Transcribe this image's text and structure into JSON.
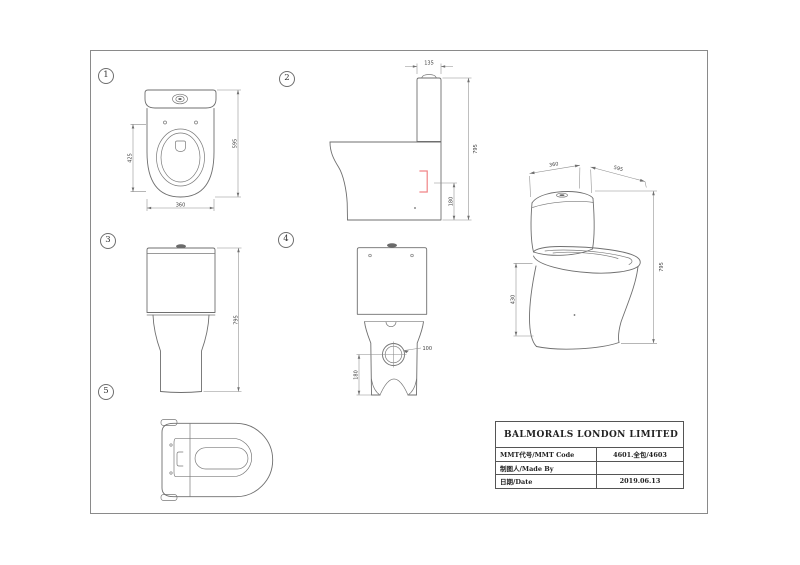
{
  "drawing": {
    "company": "BALMORALS LONDON LIMITED",
    "views": {
      "v1": {
        "number": "1",
        "dim_seat_depth": "425",
        "dim_depth": "595",
        "dim_width": "360"
      },
      "v2": {
        "number": "2",
        "dim_tank_top": "135",
        "dim_height": "795",
        "dim_outlet_height": "180"
      },
      "v3": {
        "number": "3",
        "dim_height": "795"
      },
      "v4": {
        "number": "4",
        "dim_outlet_height": "180",
        "dim_outlet_diameter": "100"
      },
      "v5": {
        "number": "5"
      },
      "iso": {
        "dim_width": "360",
        "dim_depth": "595",
        "dim_bowl_height": "430",
        "dim_height": "795"
      }
    },
    "title_block": {
      "company": "BALMORALS LONDON LIMITED",
      "rows": [
        {
          "label": "MMT代号/MMT Code",
          "value": "4601.全包/4603"
        },
        {
          "label": "制图人/Made By",
          "value": ""
        },
        {
          "label": "日期/Date",
          "value": "2019.06.13"
        }
      ]
    },
    "colors": {
      "line_color": "#6f6f6f",
      "dimension_color": "#8b8b8b",
      "highlight_color": "#f08486",
      "text_color": "#222222"
    }
  }
}
